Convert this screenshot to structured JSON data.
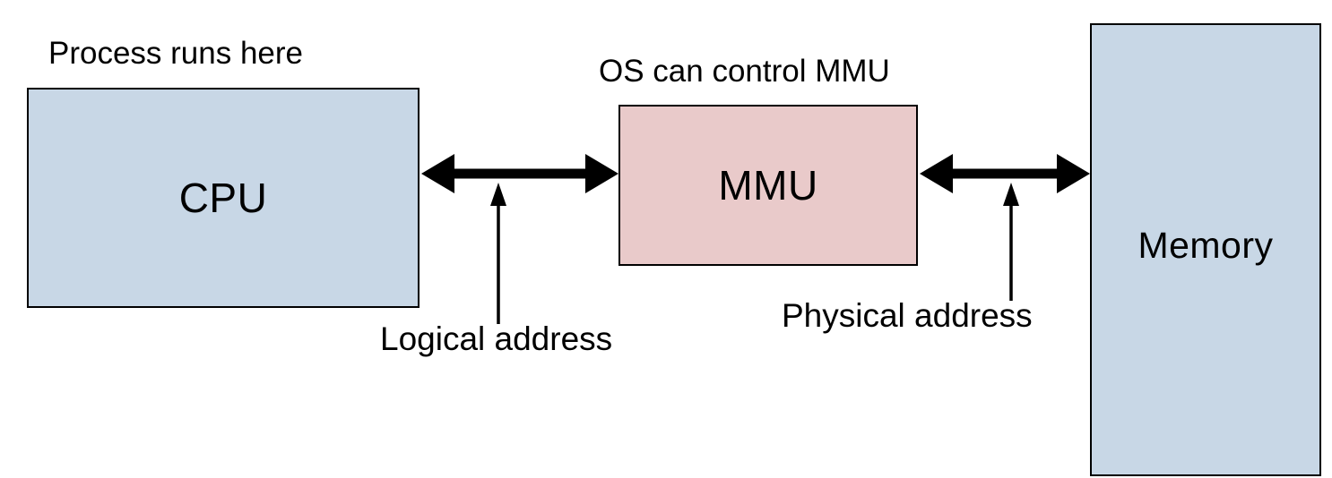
{
  "diagram": {
    "type": "block-diagram",
    "topic": "CPU / MMU / Memory address translation",
    "nodes": {
      "cpu": {
        "label": "CPU",
        "annotation": "Process runs here",
        "fill": "#c8d7e6"
      },
      "mmu": {
        "label": "MMU",
        "annotation": "OS can control MMU",
        "fill": "#e9caca"
      },
      "memory": {
        "label": "Memory",
        "fill": "#c8d7e6"
      }
    },
    "edges": {
      "cpu_mmu": {
        "type": "double-headed-arrow",
        "label": "Logical address"
      },
      "mmu_memory": {
        "type": "double-headed-arrow",
        "label": "Physical address"
      }
    },
    "colors": {
      "border": "#000000",
      "arrow": "#000000",
      "background": "#ffffff",
      "node_blue": "#c8d7e6",
      "node_pink": "#e9caca"
    }
  }
}
